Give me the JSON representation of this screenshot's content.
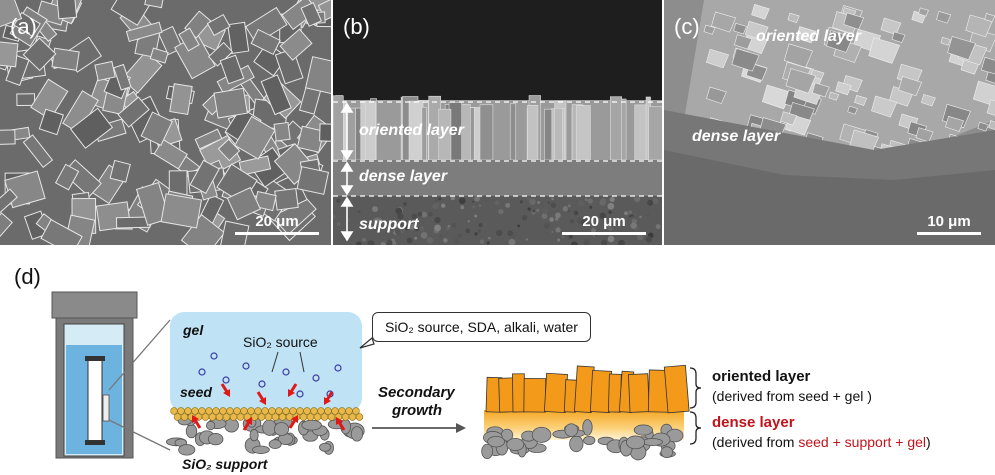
{
  "panels": {
    "a": {
      "label": "(a)",
      "scale": "20 μm"
    },
    "b": {
      "label": "(b)",
      "scale": "20 μm",
      "layers": [
        "oriented layer",
        "dense layer",
        "support"
      ]
    },
    "c": {
      "label": "(c)",
      "scale": "10 μm",
      "annotations": [
        "oriented layer",
        "dense layer"
      ]
    }
  },
  "schematic": {
    "label": "(d)",
    "gel_label": "gel",
    "source_label": "SiO₂ source",
    "seed_label": "seed",
    "support_label": "SiO₂ support",
    "callout_text": "SiO₂ source, SDA, alkali, water",
    "process_label_line1": "Secondary",
    "process_label_line2": "growth",
    "oriented_title": "oriented layer",
    "oriented_desc": "(derived from seed + gel )",
    "dense_title": "dense layer",
    "dense_desc_prefix": "(derived from ",
    "dense_desc_highlight": "seed + support + gel",
    "dense_desc_suffix": ")"
  },
  "colors": {
    "gel": "#bfe3f5",
    "seed": "#e8b84a",
    "crystal": "#f39a1a",
    "dense_red": "#c0141c",
    "arrow_red": "#e01818"
  }
}
